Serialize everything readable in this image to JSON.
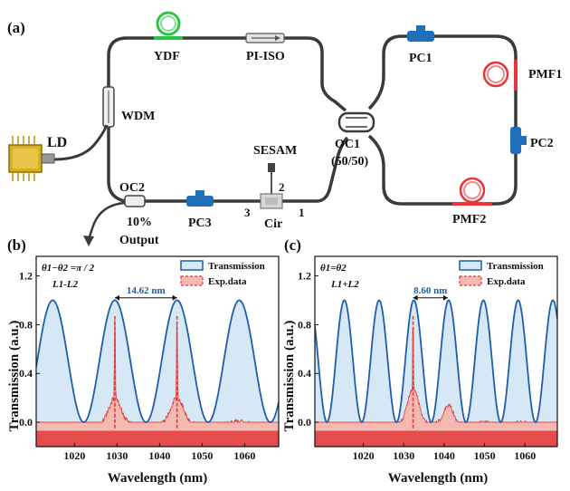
{
  "panel_labels": {
    "a": "(a)",
    "b": "(b)",
    "c": "(c)"
  },
  "components": {
    "ld": "LD",
    "ydf": "YDF",
    "pi_iso": "PI-ISO",
    "wdm": "WDM",
    "oc1": "OC1",
    "oc1_ratio": "(50/50)",
    "sesam": "SESAM",
    "cir": "Cir",
    "cir_port1": "1",
    "cir_port2": "2",
    "cir_port3": "3",
    "oc2": "OC2",
    "pc1": "PC1",
    "pc2": "PC2",
    "pc3": "PC3",
    "pmf1": "PMF1",
    "pmf2": "PMF2",
    "output_pct": "10%",
    "output_label": "Output"
  },
  "colors": {
    "fiber": "#3a3a3a",
    "pc_blue": "#1f6fb8",
    "pmf_red": "#e8343a",
    "ydf_green": "#2ec24a",
    "transmission_line": "#1f5fa8",
    "transmission_fill": "#d6e8f5",
    "exp_fill": "#f4b9b0",
    "exp_noise": "#e03a3a"
  },
  "chart_data": [
    {
      "type": "line",
      "panel": "(b)",
      "condition_line1": "θ1−θ2 =π / 2",
      "condition_line2": "L1-L2",
      "spacing_label": "14.62 nm",
      "xlabel": "Wavelength (nm)",
      "ylabel": "Transmission (a.u.)",
      "xlim": [
        1011,
        1068
      ],
      "ylim": [
        -0.2,
        1.36
      ],
      "xticks": [
        1020,
        1030,
        1040,
        1050,
        1060
      ],
      "yticks": [
        0.0,
        0.4,
        0.8,
        1.2
      ],
      "ytick_labels": [
        "0.0",
        "0.4",
        "0.8",
        "1.2"
      ],
      "legend": [
        "Transmission",
        "Exp.data"
      ],
      "transmission": {
        "period_nm": 14.62,
        "peak_nm": 1029.5,
        "min": 0.0,
        "max": 1.0
      },
      "exp_peaks": [
        {
          "x": 1029.5,
          "y": 0.87
        },
        {
          "x": 1044.1,
          "y": 0.87
        }
      ],
      "exp_bumps": [
        {
          "x": 1029.5,
          "y": 0.22,
          "w": 3.0
        },
        {
          "x": 1044.1,
          "y": 0.22,
          "w": 3.2
        },
        {
          "x": 1058.5,
          "y": 0.03,
          "w": 3.4
        }
      ],
      "spacing_marks": [
        1029.5,
        1044.1
      ]
    },
    {
      "type": "line",
      "panel": "(c)",
      "condition_line1": "θ1=θ2",
      "condition_line2": "L1+L2",
      "spacing_label": "8.60 nm",
      "xlabel": "Wavelength (nm)",
      "ylabel": "Transmission (a.u.)",
      "xlim": [
        1008,
        1068
      ],
      "ylim": [
        -0.2,
        1.36
      ],
      "xticks": [
        1020,
        1030,
        1040,
        1050,
        1060
      ],
      "yticks": [
        0.0,
        0.4,
        0.8,
        1.2
      ],
      "ytick_labels": [
        "0.0",
        "0.4",
        "0.8",
        "1.2"
      ],
      "legend": [
        "Transmission",
        "Exp.data"
      ],
      "transmission": {
        "period_nm": 8.6,
        "peak_nm": 1032.5,
        "min": 0.0,
        "max": 1.0
      },
      "exp_peaks": [
        {
          "x": 1032.3,
          "y": 0.87
        }
      ],
      "exp_bumps": [
        {
          "x": 1032.3,
          "y": 0.3,
          "w": 2.8
        },
        {
          "x": 1041.0,
          "y": 0.16,
          "w": 2.6
        },
        {
          "x": 1050.0,
          "y": 0.02,
          "w": 2.2
        },
        {
          "x": 1059.0,
          "y": 0.02,
          "w": 2.2
        }
      ],
      "spacing_marks": [
        1032.3,
        1040.9
      ]
    }
  ]
}
